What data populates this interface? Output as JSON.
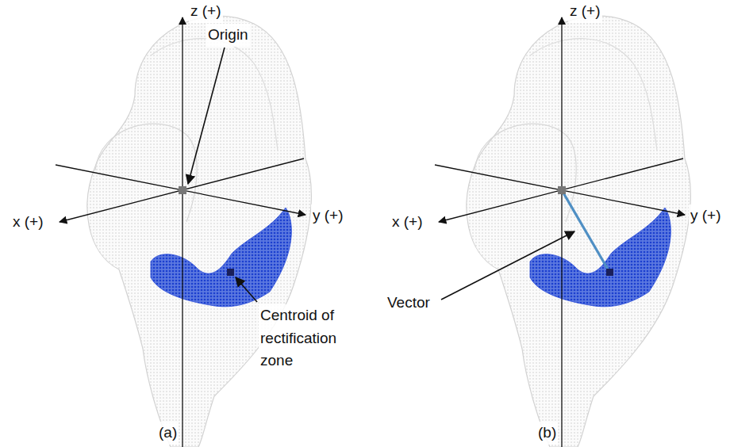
{
  "diagram": {
    "labels": [
      "z (+)",
      "Origin",
      "x (+)",
      "y (+)",
      "Centroid of rectification zone",
      "(a)",
      "z (+)",
      "x (+)",
      "y (+)",
      "Vector",
      "(b)"
    ]
  }
}
